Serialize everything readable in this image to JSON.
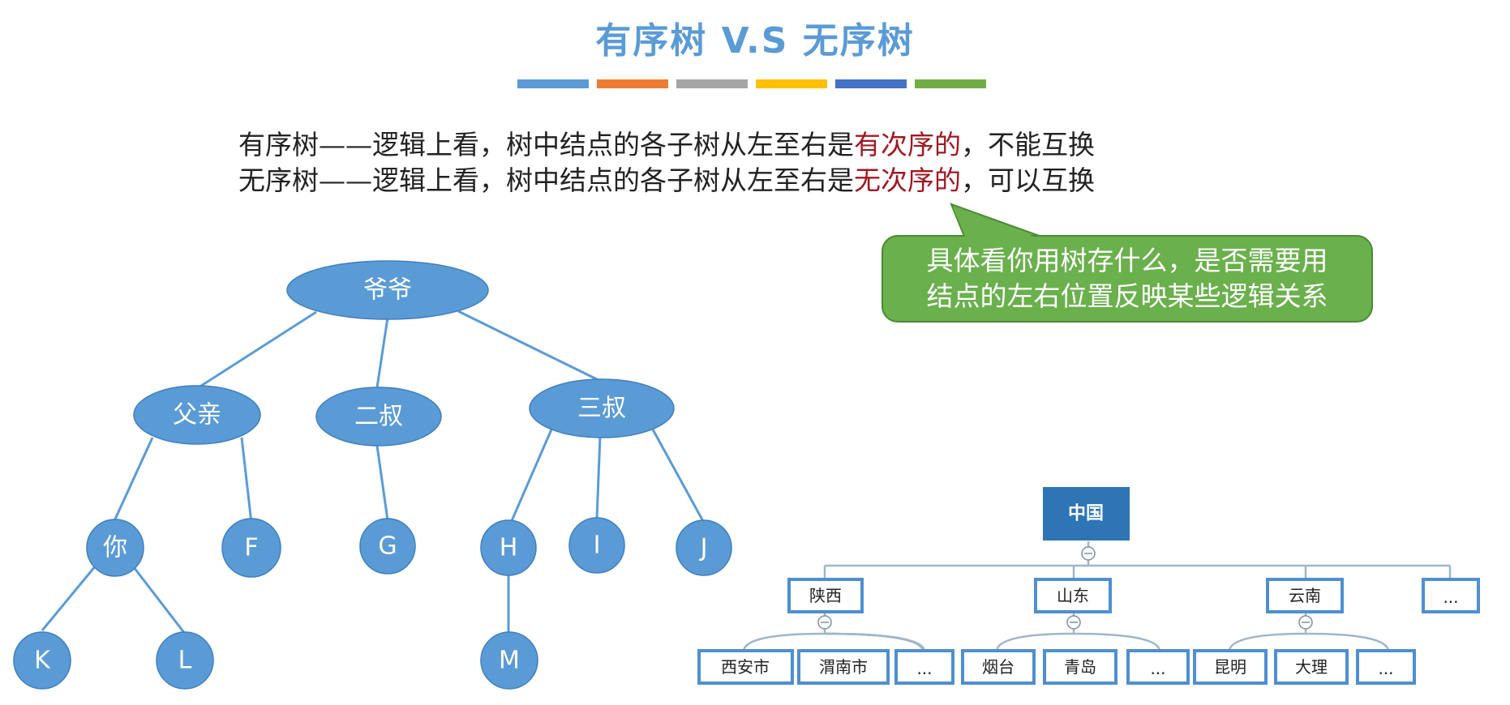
{
  "title": "有序树 V.S 无序树",
  "swatch_colors": [
    "#5b9bd5",
    "#ed7d31",
    "#a5a5a5",
    "#ffc000",
    "#4472c4",
    "#70ad47"
  ],
  "lines": [
    {
      "before": "有序树——逻辑上看，树中结点的各子树从左至右是",
      "highlight": "有次序的",
      "after": "，不能互换"
    },
    {
      "before": "无序树——逻辑上看，树中结点的各子树从左至右是",
      "highlight": "无次序的",
      "after": "，可以互换"
    }
  ],
  "callout": {
    "line1": "具体看你用树存什么，是否需要用",
    "line2": "结点的左右位置反映某些逻辑关系"
  },
  "family_tree": {
    "node_color": "#5b9bd5",
    "nodes": {
      "root": "爷爷",
      "father": "父亲",
      "uncle2": "二叔",
      "uncle3": "三叔",
      "you": "你",
      "f": "F",
      "g": "G",
      "h": "H",
      "i": "I",
      "j": "J",
      "k": "K",
      "l": "L",
      "m": "M"
    }
  },
  "region_tree": {
    "root": "中国",
    "collapse_symbol": "⊖",
    "provinces": [
      "陕西",
      "山东",
      "云南",
      "..."
    ],
    "shaanxi_children": [
      "西安市",
      "渭南市",
      "..."
    ],
    "shandong_children": [
      "烟台",
      "青岛",
      "..."
    ],
    "yunnan_children": [
      "昆明",
      "大理",
      "..."
    ]
  }
}
